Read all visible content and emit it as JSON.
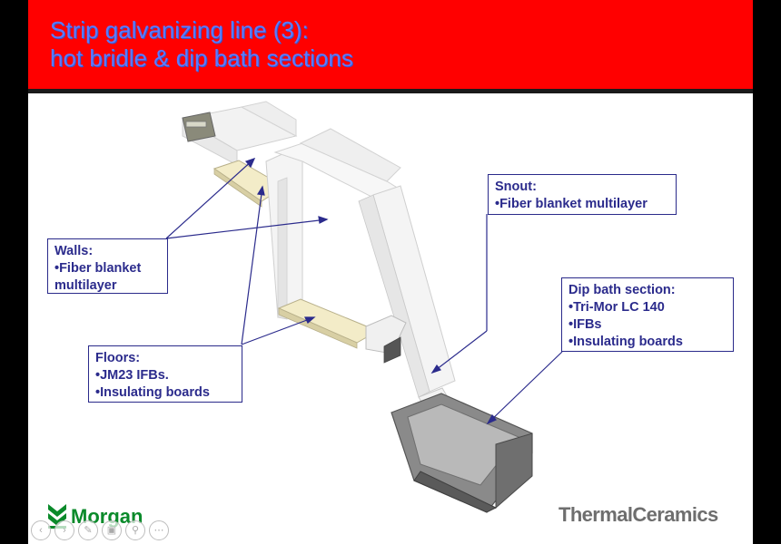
{
  "slide": {
    "title_line1": "Strip galvanizing line (3):",
    "title_line2": "hot bridle & dip bath sections"
  },
  "callouts": {
    "walls": {
      "heading": "Walls:",
      "line1": "•Fiber blanket",
      "line2": "multilayer"
    },
    "floors": {
      "heading": "Floors:",
      "line1": "•JM23 IFBs.",
      "line2": "•Insulating boards"
    },
    "snout": {
      "heading": "Snout:",
      "line1": "•Fiber blanket multilayer"
    },
    "dipbath": {
      "heading": "Dip bath section:",
      "line1": "•Tri-Mor LC 140",
      "line2": "•IFBs",
      "line3": "•Insulating boards"
    }
  },
  "logos": {
    "left_brand": "Morgan",
    "right_brand": "ThermalCeramics"
  },
  "nav_icons": [
    "prev-icon",
    "next-icon",
    "pen-icon",
    "slides-icon",
    "zoom-icon",
    "more-icon"
  ],
  "colors": {
    "header_red": "#ff0000",
    "title_blue": "#5b7bff",
    "callout_text": "#2b2b8c",
    "morgan_green": "#0a8a2a"
  }
}
